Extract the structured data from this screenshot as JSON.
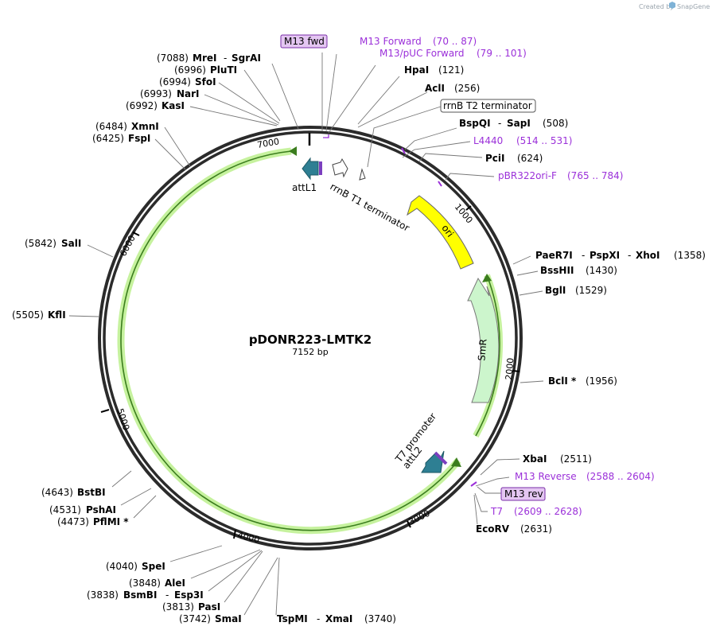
{
  "watermark": "Created by",
  "watermark_brand": "SnapGene",
  "plasmid": {
    "name": "pDONR223-LMTK2",
    "size_label": "7152 bp",
    "length": 7152
  },
  "ticks": [
    {
      "pos": 1000,
      "label": "1000"
    },
    {
      "pos": 2000,
      "label": "2000"
    },
    {
      "pos": 3000,
      "label": "3000"
    },
    {
      "pos": 4000,
      "label": "4000"
    },
    {
      "pos": 5000,
      "label": "5000"
    },
    {
      "pos": 6000,
      "label": "6000"
    },
    {
      "pos": 7000,
      "label": "7000"
    }
  ],
  "sites": [
    {
      "id": "mrei",
      "names": [
        "MreI",
        "SgrAI"
      ],
      "pos": "(7088)"
    },
    {
      "id": "pluti",
      "names": [
        "PluTI"
      ],
      "pos": "(6996)"
    },
    {
      "id": "sfoi",
      "names": [
        "SfoI"
      ],
      "pos": "(6994)"
    },
    {
      "id": "nari",
      "names": [
        "NarI"
      ],
      "pos": "(6993)"
    },
    {
      "id": "kasi",
      "names": [
        "KasI"
      ],
      "pos": "(6992)"
    },
    {
      "id": "xmni",
      "names": [
        "XmnI"
      ],
      "pos": "(6484)"
    },
    {
      "id": "fspi",
      "names": [
        "FspI"
      ],
      "pos": "(6425)"
    },
    {
      "id": "sali",
      "names": [
        "SalI"
      ],
      "pos": "(5842)"
    },
    {
      "id": "kfli",
      "names": [
        "KflI"
      ],
      "pos": "(5505)"
    },
    {
      "id": "bstbi",
      "names": [
        "BstBI"
      ],
      "pos": "(4643)"
    },
    {
      "id": "pshai",
      "names": [
        "PshAI"
      ],
      "pos": "(4531)"
    },
    {
      "id": "pflmi",
      "names": [
        "PflMI *"
      ],
      "pos": "(4473)"
    },
    {
      "id": "spei",
      "names": [
        "SpeI"
      ],
      "pos": "(4040)"
    },
    {
      "id": "alei",
      "names": [
        "AleI"
      ],
      "pos": "(3848)"
    },
    {
      "id": "bsmbi",
      "names": [
        "BsmBI",
        "Esp3I"
      ],
      "pos": "(3838)"
    },
    {
      "id": "pasi",
      "names": [
        "PasI"
      ],
      "pos": "(3813)"
    },
    {
      "id": "smai",
      "names": [
        "SmaI"
      ],
      "pos": "(3742)"
    },
    {
      "id": "tspmi",
      "names": [
        "TspMI",
        "XmaI"
      ],
      "pos": "(3740)"
    },
    {
      "id": "hpai",
      "names": [
        "HpaI"
      ],
      "pos": "(121)"
    },
    {
      "id": "acli",
      "names": [
        "AclI"
      ],
      "pos": "(256)"
    },
    {
      "id": "bspqi",
      "names": [
        "BspQI",
        "SapI"
      ],
      "pos": "(508)"
    },
    {
      "id": "pcii",
      "names": [
        "PciI"
      ],
      "pos": "(624)"
    },
    {
      "id": "paer7i",
      "names": [
        "PaeR7I",
        "PspXI",
        "XhoI"
      ],
      "pos": "(1358)"
    },
    {
      "id": "bsshii",
      "names": [
        "BssHII"
      ],
      "pos": "(1430)"
    },
    {
      "id": "bgli",
      "names": [
        "BglI"
      ],
      "pos": "(1529)"
    },
    {
      "id": "bcli",
      "names": [
        "BclI *"
      ],
      "pos": "(1956)"
    },
    {
      "id": "xbai",
      "names": [
        "XbaI"
      ],
      "pos": "(2511)"
    },
    {
      "id": "ecorv",
      "names": [
        "EcoRV"
      ],
      "pos": "(2631)"
    }
  ],
  "primers": [
    {
      "id": "m13fwd",
      "name": "M13 Forward",
      "range": "(70 .. 87)"
    },
    {
      "id": "m13puc",
      "name": "M13/pUC Forward",
      "range": "(79 .. 101)"
    },
    {
      "id": "l4440",
      "name": "L4440",
      "range": "(514 .. 531)"
    },
    {
      "id": "pbr322",
      "name": "pBR322ori-F",
      "range": "(765 .. 784)"
    },
    {
      "id": "m13rev",
      "name": "M13 Reverse",
      "range": "(2588 .. 2604)"
    },
    {
      "id": "t7",
      "name": "T7",
      "range": "(2609 .. 2628)"
    }
  ],
  "boxed_features": {
    "m13_fwd": "M13 fwd",
    "rrnb_t2": "rrnB T2 terminator",
    "m13_rev": "M13 rev"
  },
  "features": {
    "attl1": "attL1",
    "rrnb_t1": "rrnB T1 terminator",
    "ori": "ori",
    "smr": "SmR",
    "t7_promoter": "T7 promoter",
    "attl2": "attL2"
  },
  "colors": {
    "backbone": "#2b2b2b",
    "insert": "#b9ee8e",
    "insert_edge": "#3b7d1e",
    "ori": "#ffff00",
    "smr": "#ccf5cc",
    "att": "#2e7f93",
    "primer": "#9b30d9"
  }
}
